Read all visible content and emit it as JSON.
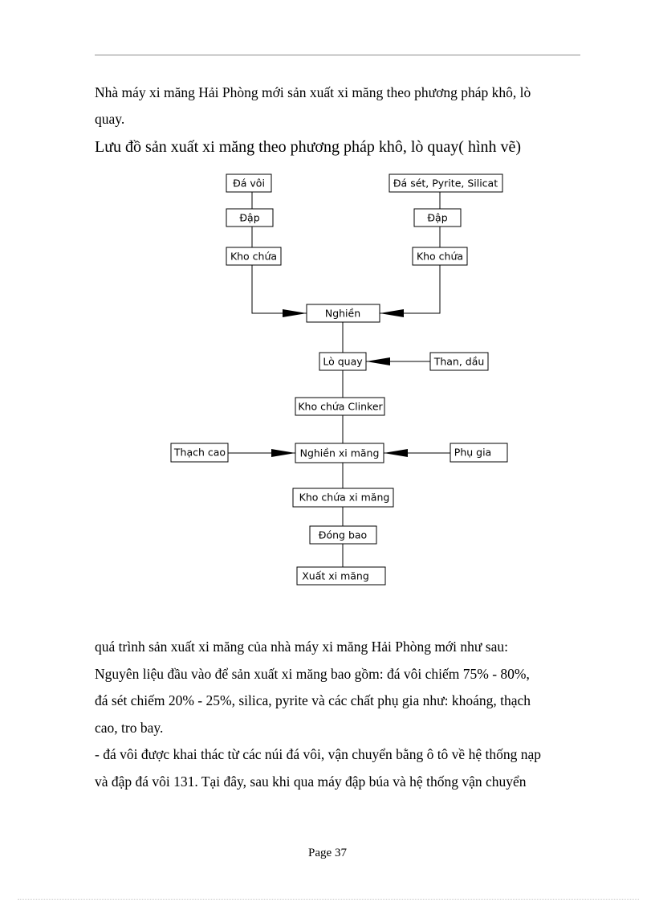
{
  "intro": {
    "line1": "Nhà máy xi măng Hải Phòng mới sản xuất xi măng theo phương pháp khô, lò",
    "line2": "quay."
  },
  "caption": "Lưu đồ sản xuất xi măng theo phương pháp khô, lò quay( hình vẽ)",
  "flowchart": {
    "nodes": {
      "da_voi": "Đá vôi",
      "dap_left": "Đập",
      "kho_chua_left": "Kho chứa",
      "da_set": "Đá sét, Pyrite, Silicat",
      "dap_right": "Đập",
      "kho_chua_right": "Kho chứa",
      "nghien": "Nghiền",
      "lo_quay": "Lò quay",
      "than_dau": "Than, dầu",
      "kho_chua_clinker": "Kho chứa Clinker",
      "thach_cao": "Thạch cao",
      "nghien_xi_mang": "Nghiền xi măng",
      "phu_gia": "Phụ gia",
      "kho_chua_xi_mang": "Kho chứa xi măng",
      "dong_bao": "Đóng bao",
      "xuat_xi_mang": "Xuất xi măng"
    }
  },
  "body": {
    "lines": [
      "quá trình sản xuất xi măng của nhà máy xi măng Hải Phòng mới như sau:",
      "Nguyên liệu đầu vào để sản xuất xi măng bao gồm: đá vôi chiếm 75% - 80%,",
      "đá sét chiếm 20% - 25%, silica, pyrite và các chất phụ gia như: khoáng, thạch",
      "cao, tro bay.",
      "- đá vôi được khai thác từ các núi đá vôi, vận chuyển bằng ô tô về hệ thống nạp",
      "và đập đá vôi 131. Tại đây, sau khi qua máy đập búa và hệ thống vận chuyển"
    ]
  },
  "footer": {
    "page_label": "Page 37"
  }
}
